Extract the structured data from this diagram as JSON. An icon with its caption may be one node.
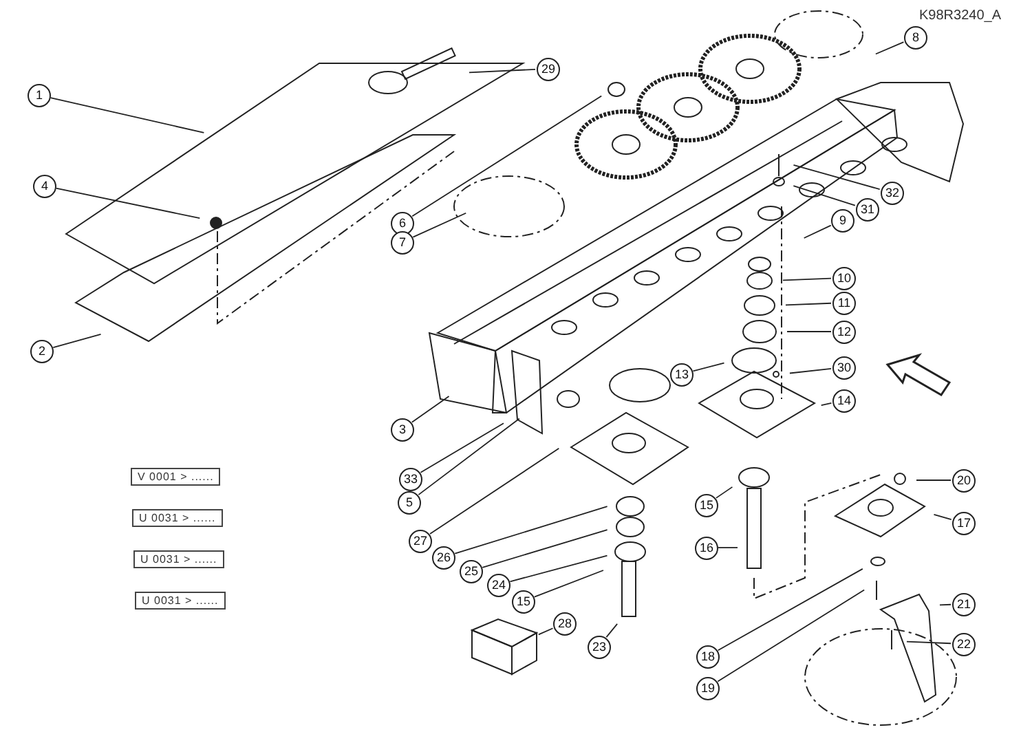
{
  "diagram": {
    "nodes": [
      {
        "text": [
          "8"
        ]
      },
      {
        "text": [
          "29"
        ]
      },
      {
        "text": [
          "1"
        ]
      },
      {
        "text": [
          "4"
        ]
      },
      {
        "text": [
          "32"
        ]
      },
      {
        "text": [
          "31"
        ]
      },
      {
        "text": [
          "9"
        ]
      },
      {
        "text": [
          "6"
        ]
      },
      {
        "text": [
          "7"
        ]
      },
      {
        "text": [
          "10"
        ]
      },
      {
        "text": [
          "11"
        ]
      },
      {
        "text": [
          "12"
        ]
      },
      {
        "text": [
          "2"
        ]
      },
      {
        "text": [
          "30"
        ]
      },
      {
        "text": [
          "13"
        ]
      },
      {
        "text": [
          "14"
        ]
      },
      {
        "text": [
          "3"
        ]
      },
      {
        "text": [
          "33"
        ]
      },
      {
        "text": [
          "20"
        ]
      },
      {
        "text": [
          "5"
        ]
      },
      {
        "text": [
          "15"
        ]
      },
      {
        "text": [
          "17"
        ]
      },
      {
        "text": [
          "27"
        ]
      },
      {
        "text": [
          "16"
        ]
      },
      {
        "text": [
          "26"
        ]
      },
      {
        "text": [
          "25"
        ]
      },
      {
        "text": [
          "24"
        ]
      },
      {
        "text": [
          "15"
        ]
      },
      {
        "text": [
          "21"
        ]
      },
      {
        "text": [
          "28"
        ]
      },
      {
        "text": [
          "22"
        ]
      },
      {
        "text": [
          "23"
        ]
      },
      {
        "text": [
          "18"
        ]
      },
      {
        "text": [
          "19"
        ]
      }
    ],
    "edges": [
      {
        "from": 0,
        "to": null,
        "arrow": "none"
      },
      {
        "from": 1,
        "to": null,
        "arrow": "none"
      },
      {
        "from": 2,
        "to": null,
        "arrow": "none"
      },
      {
        "from": 3,
        "to": null,
        "arrow": "none"
      },
      {
        "from": 4,
        "to": null,
        "arrow": "none"
      },
      {
        "from": 5,
        "to": null,
        "arrow": "none"
      },
      {
        "from": 6,
        "to": null,
        "arrow": "none"
      },
      {
        "from": 7,
        "to": null,
        "arrow": "none"
      },
      {
        "from": 8,
        "to": null,
        "arrow": "none"
      },
      {
        "from": 9,
        "to": null,
        "arrow": "none"
      },
      {
        "from": 10,
        "to": null,
        "arrow": "none"
      },
      {
        "from": 11,
        "to": null,
        "arrow": "none"
      },
      {
        "from": 12,
        "to": null,
        "arrow": "none"
      },
      {
        "from": 13,
        "to": null,
        "arrow": "none"
      },
      {
        "from": 14,
        "to": null,
        "arrow": "none"
      },
      {
        "from": 15,
        "to": null,
        "arrow": "none"
      },
      {
        "from": 16,
        "to": null,
        "arrow": "none"
      },
      {
        "from": 17,
        "to": null,
        "arrow": "none"
      },
      {
        "from": 18,
        "to": null,
        "arrow": "none"
      },
      {
        "from": 19,
        "to": null,
        "arrow": "none"
      },
      {
        "from": 20,
        "to": null,
        "arrow": "none"
      },
      {
        "from": 21,
        "to": null,
        "arrow": "none"
      },
      {
        "from": 22,
        "to": null,
        "arrow": "none"
      },
      {
        "from": 23,
        "to": null,
        "arrow": "none"
      },
      {
        "from": 24,
        "to": null,
        "arrow": "none"
      },
      {
        "from": 25,
        "to": null,
        "arrow": "none"
      },
      {
        "from": 26,
        "to": null,
        "arrow": "none"
      },
      {
        "from": 27,
        "to": null,
        "arrow": "none"
      },
      {
        "from": 28,
        "to": null,
        "arrow": "none"
      },
      {
        "from": 29,
        "to": null,
        "arrow": "none"
      },
      {
        "from": 30,
        "to": null,
        "arrow": "none"
      },
      {
        "from": 31,
        "to": null,
        "arrow": "none"
      },
      {
        "from": 32,
        "to": null,
        "arrow": "none"
      },
      {
        "from": 33,
        "to": null,
        "arrow": "none"
      }
    ],
    "labels": [
      "K98R3240_A",
      "V 0001 > ......",
      "U 0031 > ......",
      "U 0031 > ......",
      "U 0031 > ......"
    ]
  }
}
